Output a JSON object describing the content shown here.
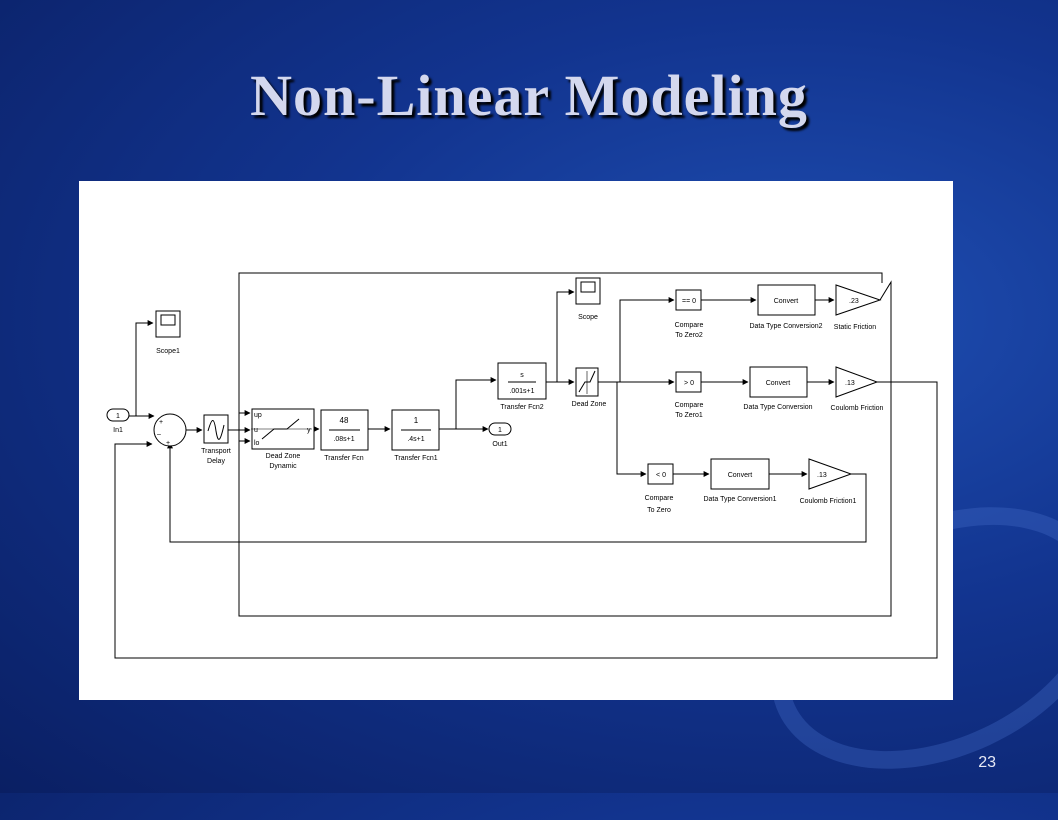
{
  "slide": {
    "title": "Non-Linear Modeling",
    "page_number": "23"
  },
  "diagram": {
    "in1_port": "1",
    "in1_label": "In1",
    "scope1_label": "Scope1",
    "sum_signs": [
      "+",
      "–",
      "+"
    ],
    "transport_delay_label": [
      "Transport",
      "Delay"
    ],
    "dead_zone_dynamic_ports": [
      "up",
      "u",
      "lo",
      "y"
    ],
    "dead_zone_dynamic_label": [
      "Dead Zone",
      "Dynamic"
    ],
    "tf_num": "48",
    "tf_den": ".08s+1",
    "tf_label": "Transfer Fcn",
    "tf1_num": "1",
    "tf1_den": ".4s+1",
    "tf1_label": "Transfer Fcn1",
    "out1_port": "1",
    "out1_label": "Out1",
    "tf2_num": "s",
    "tf2_den": ".001s+1",
    "tf2_label": "Transfer Fcn2",
    "scope_label": "Scope",
    "dead_zone_label": "Dead Zone",
    "cmp2_text": "== 0",
    "cmp2_label": [
      "Compare",
      "To Zero2"
    ],
    "cmp1_text": "> 0",
    "cmp1_label": [
      "Compare",
      "To Zero1"
    ],
    "cmp0_text": "< 0",
    "cmp0_label": [
      "Compare",
      "To Zero"
    ],
    "convert_text": "Convert",
    "dtc2_label": "Data Type Conversion2",
    "dtc_label": "Data Type Conversion",
    "dtc1_label": "Data Type Conversion1",
    "static_gain": ".23",
    "static_label": "Static Friction",
    "coulomb_gain": ".13",
    "coulomb_label": "Coulomb Friction",
    "coulomb1_gain": ".13",
    "coulomb1_label": "Coulomb Friction1"
  }
}
